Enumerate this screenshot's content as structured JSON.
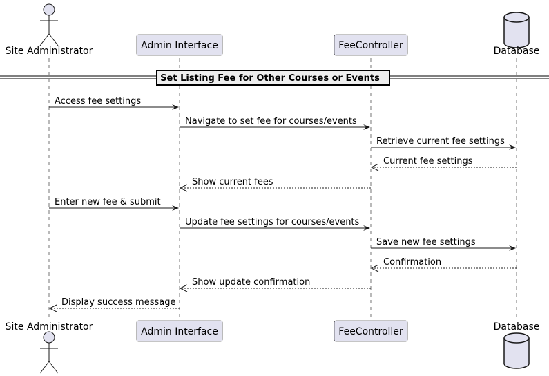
{
  "participants": [
    {
      "id": "admin",
      "label": "Site Administrator",
      "kind": "actor"
    },
    {
      "id": "ui",
      "label": "Admin Interface",
      "kind": "participant"
    },
    {
      "id": "fee",
      "label": "FeeController",
      "kind": "participant"
    },
    {
      "id": "db",
      "label": "Database",
      "kind": "database"
    }
  ],
  "divider": {
    "label": "Set Listing Fee for Other Courses or Events"
  },
  "messages": [
    {
      "from": "admin",
      "to": "ui",
      "label": "Access fee settings",
      "reply": false
    },
    {
      "from": "ui",
      "to": "fee",
      "label": "Navigate to set fee for courses/events",
      "reply": false
    },
    {
      "from": "fee",
      "to": "db",
      "label": "Retrieve current fee settings",
      "reply": false
    },
    {
      "from": "db",
      "to": "fee",
      "label": "Current fee settings",
      "reply": true
    },
    {
      "from": "fee",
      "to": "ui",
      "label": "Show current fees",
      "reply": true
    },
    {
      "from": "admin",
      "to": "ui",
      "label": "Enter new fee & submit",
      "reply": false
    },
    {
      "from": "ui",
      "to": "fee",
      "label": "Update fee settings for courses/events",
      "reply": false
    },
    {
      "from": "fee",
      "to": "db",
      "label": "Save new fee settings",
      "reply": false
    },
    {
      "from": "db",
      "to": "fee",
      "label": "Confirmation",
      "reply": true
    },
    {
      "from": "fee",
      "to": "ui",
      "label": "Show update confirmation",
      "reply": true
    },
    {
      "from": "ui",
      "to": "admin",
      "label": "Display success message",
      "reply": true
    }
  ],
  "colors": {
    "participant_fill": "#E2E2F0",
    "line": "#181818",
    "divider_fill": "#EEEEEE"
  }
}
